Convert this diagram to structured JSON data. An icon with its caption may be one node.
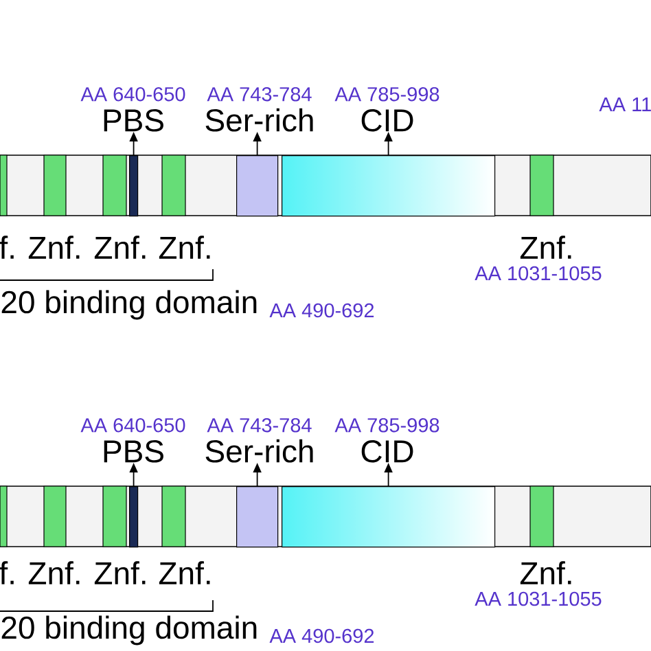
{
  "diagram": {
    "nodes": [
      {
        "text": [
          "AA 640-650",
          "PBS"
        ]
      },
      {
        "text": [],
        "shape": "bar"
      },
      {
        "text": [
          "AA 743-784",
          "Ser-rich"
        ]
      },
      {
        "text": [],
        "shape": "bar"
      },
      {
        "text": [
          "AA 785-998",
          "CID"
        ]
      },
      {
        "text": [],
        "shape": "bar"
      },
      {
        "text": [
          "AA 640-650",
          "PBS"
        ]
      },
      {
        "text": [],
        "shape": "bar"
      },
      {
        "text": [
          "AA 743-784",
          "Ser-rich"
        ]
      },
      {
        "text": [],
        "shape": "bar"
      },
      {
        "text": [
          "AA 785-998",
          "CID"
        ]
      },
      {
        "text": [],
        "shape": "bar"
      }
    ],
    "edges": [
      {
        "from": 1,
        "to": 0,
        "arrow": "to"
      },
      {
        "from": 3,
        "to": 2,
        "arrow": "to"
      },
      {
        "from": 5,
        "to": 4,
        "arrow": "to"
      },
      {
        "from": 7,
        "to": 6,
        "arrow": "to"
      },
      {
        "from": 9,
        "to": 8,
        "arrow": "to"
      },
      {
        "from": 11,
        "to": 10,
        "arrow": "to"
      }
    ],
    "labels": [
      "AA 11",
      "f.",
      "Znf.",
      "Znf.",
      "Znf.",
      "Znf.",
      "AA 1031-1055",
      "20 binding domain",
      "AA 490-692",
      "f.",
      "Znf.",
      "Znf.",
      "Znf.",
      "Znf.",
      "AA 1031-1055",
      "20 binding domain",
      "AA 490-692"
    ]
  }
}
